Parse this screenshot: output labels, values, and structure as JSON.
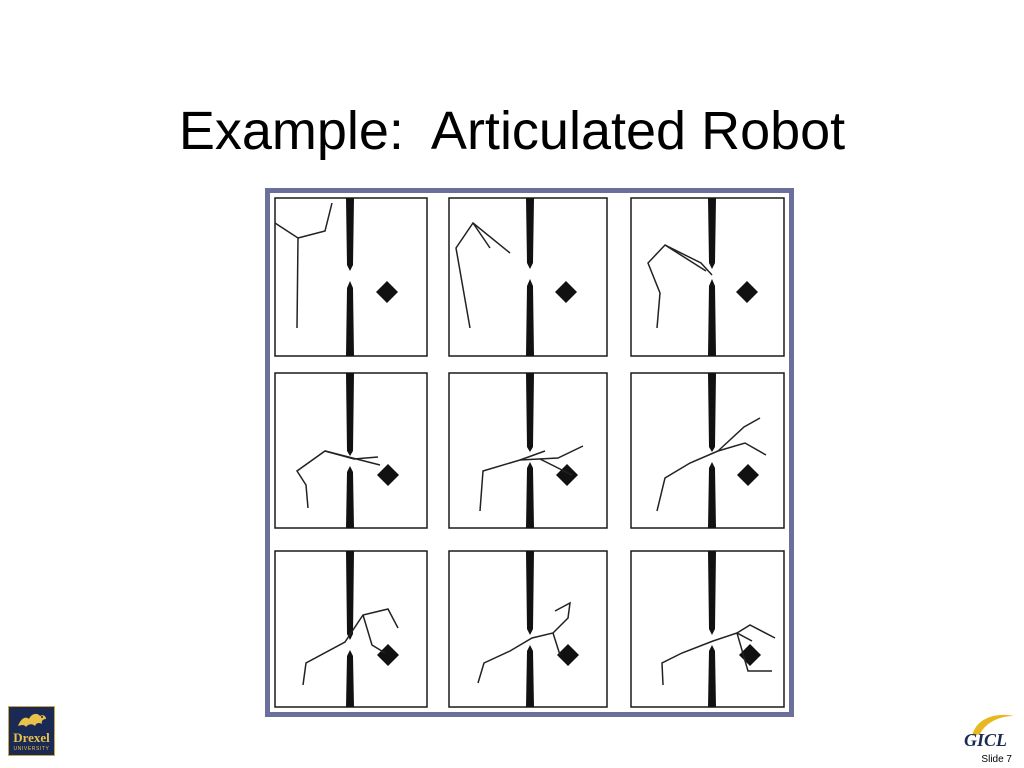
{
  "slide": {
    "title": "Example:  Articulated Robot",
    "slide_number": "Slide 7"
  },
  "logos": {
    "drexel": {
      "name": "Drexel",
      "sub": "UNIVERSITY",
      "icon": "dragon-icon",
      "bg": "#1b2a55",
      "fg": "#e8c24a"
    },
    "gicl": {
      "text": "GICL",
      "icon": "gicl-logo-icon",
      "color": "#1b2a55",
      "accent": "#e8b820"
    }
  },
  "figure": {
    "frame_color": "#6b6f9c",
    "panels": 9
  }
}
